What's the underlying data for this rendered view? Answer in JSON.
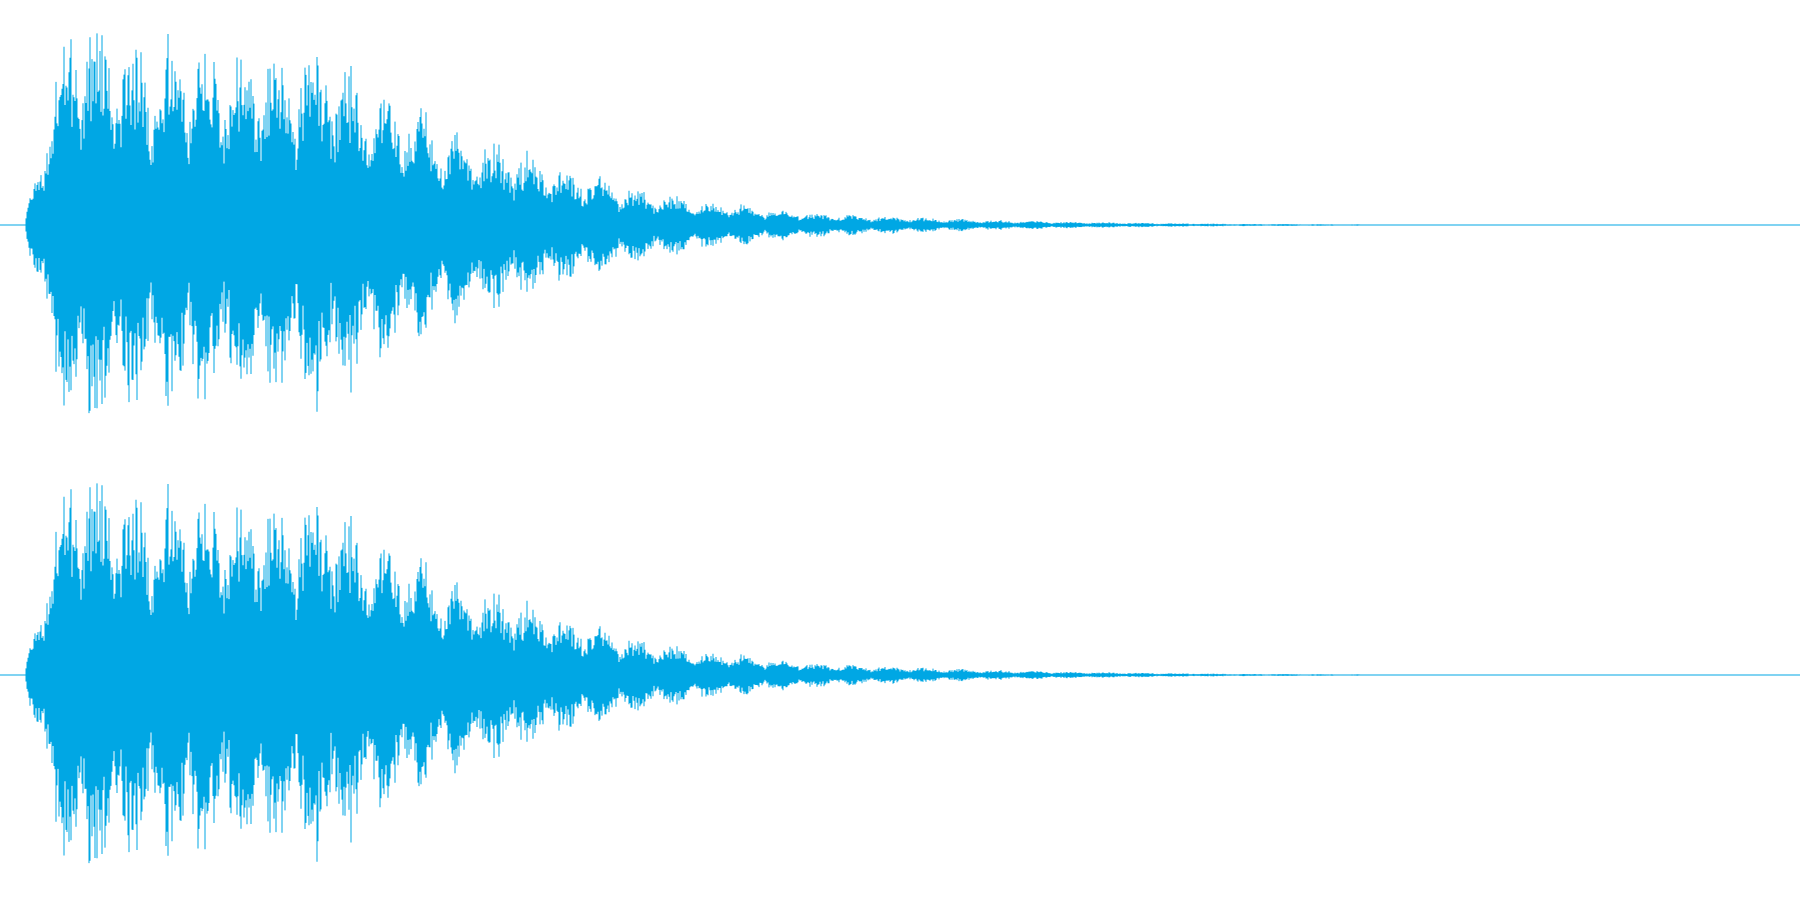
{
  "waveform": {
    "color": "#00A7E4",
    "background": "#ffffff",
    "channels": [
      {
        "name": "channel-1",
        "peak_envelope": [
          0.05,
          1.0,
          0.96,
          0.86,
          0.92,
          0.81,
          0.83,
          0.86,
          0.75,
          0.58,
          0.5,
          0.42,
          0.34,
          0.27,
          0.21,
          0.16,
          0.12,
          0.1,
          0.07,
          0.055,
          0.045,
          0.038,
          0.03,
          0.024,
          0.02,
          0.016,
          0.013,
          0.01,
          0.008,
          0.006,
          0.005,
          0.004,
          0.003,
          0.0
        ]
      },
      {
        "name": "channel-2",
        "peak_envelope": [
          0.05,
          1.0,
          0.96,
          0.86,
          0.92,
          0.81,
          0.83,
          0.86,
          0.75,
          0.58,
          0.5,
          0.42,
          0.34,
          0.27,
          0.21,
          0.16,
          0.12,
          0.1,
          0.07,
          0.055,
          0.045,
          0.038,
          0.03,
          0.024,
          0.02,
          0.016,
          0.013,
          0.01,
          0.008,
          0.006,
          0.005,
          0.004,
          0.003,
          0.0
        ]
      }
    ]
  }
}
